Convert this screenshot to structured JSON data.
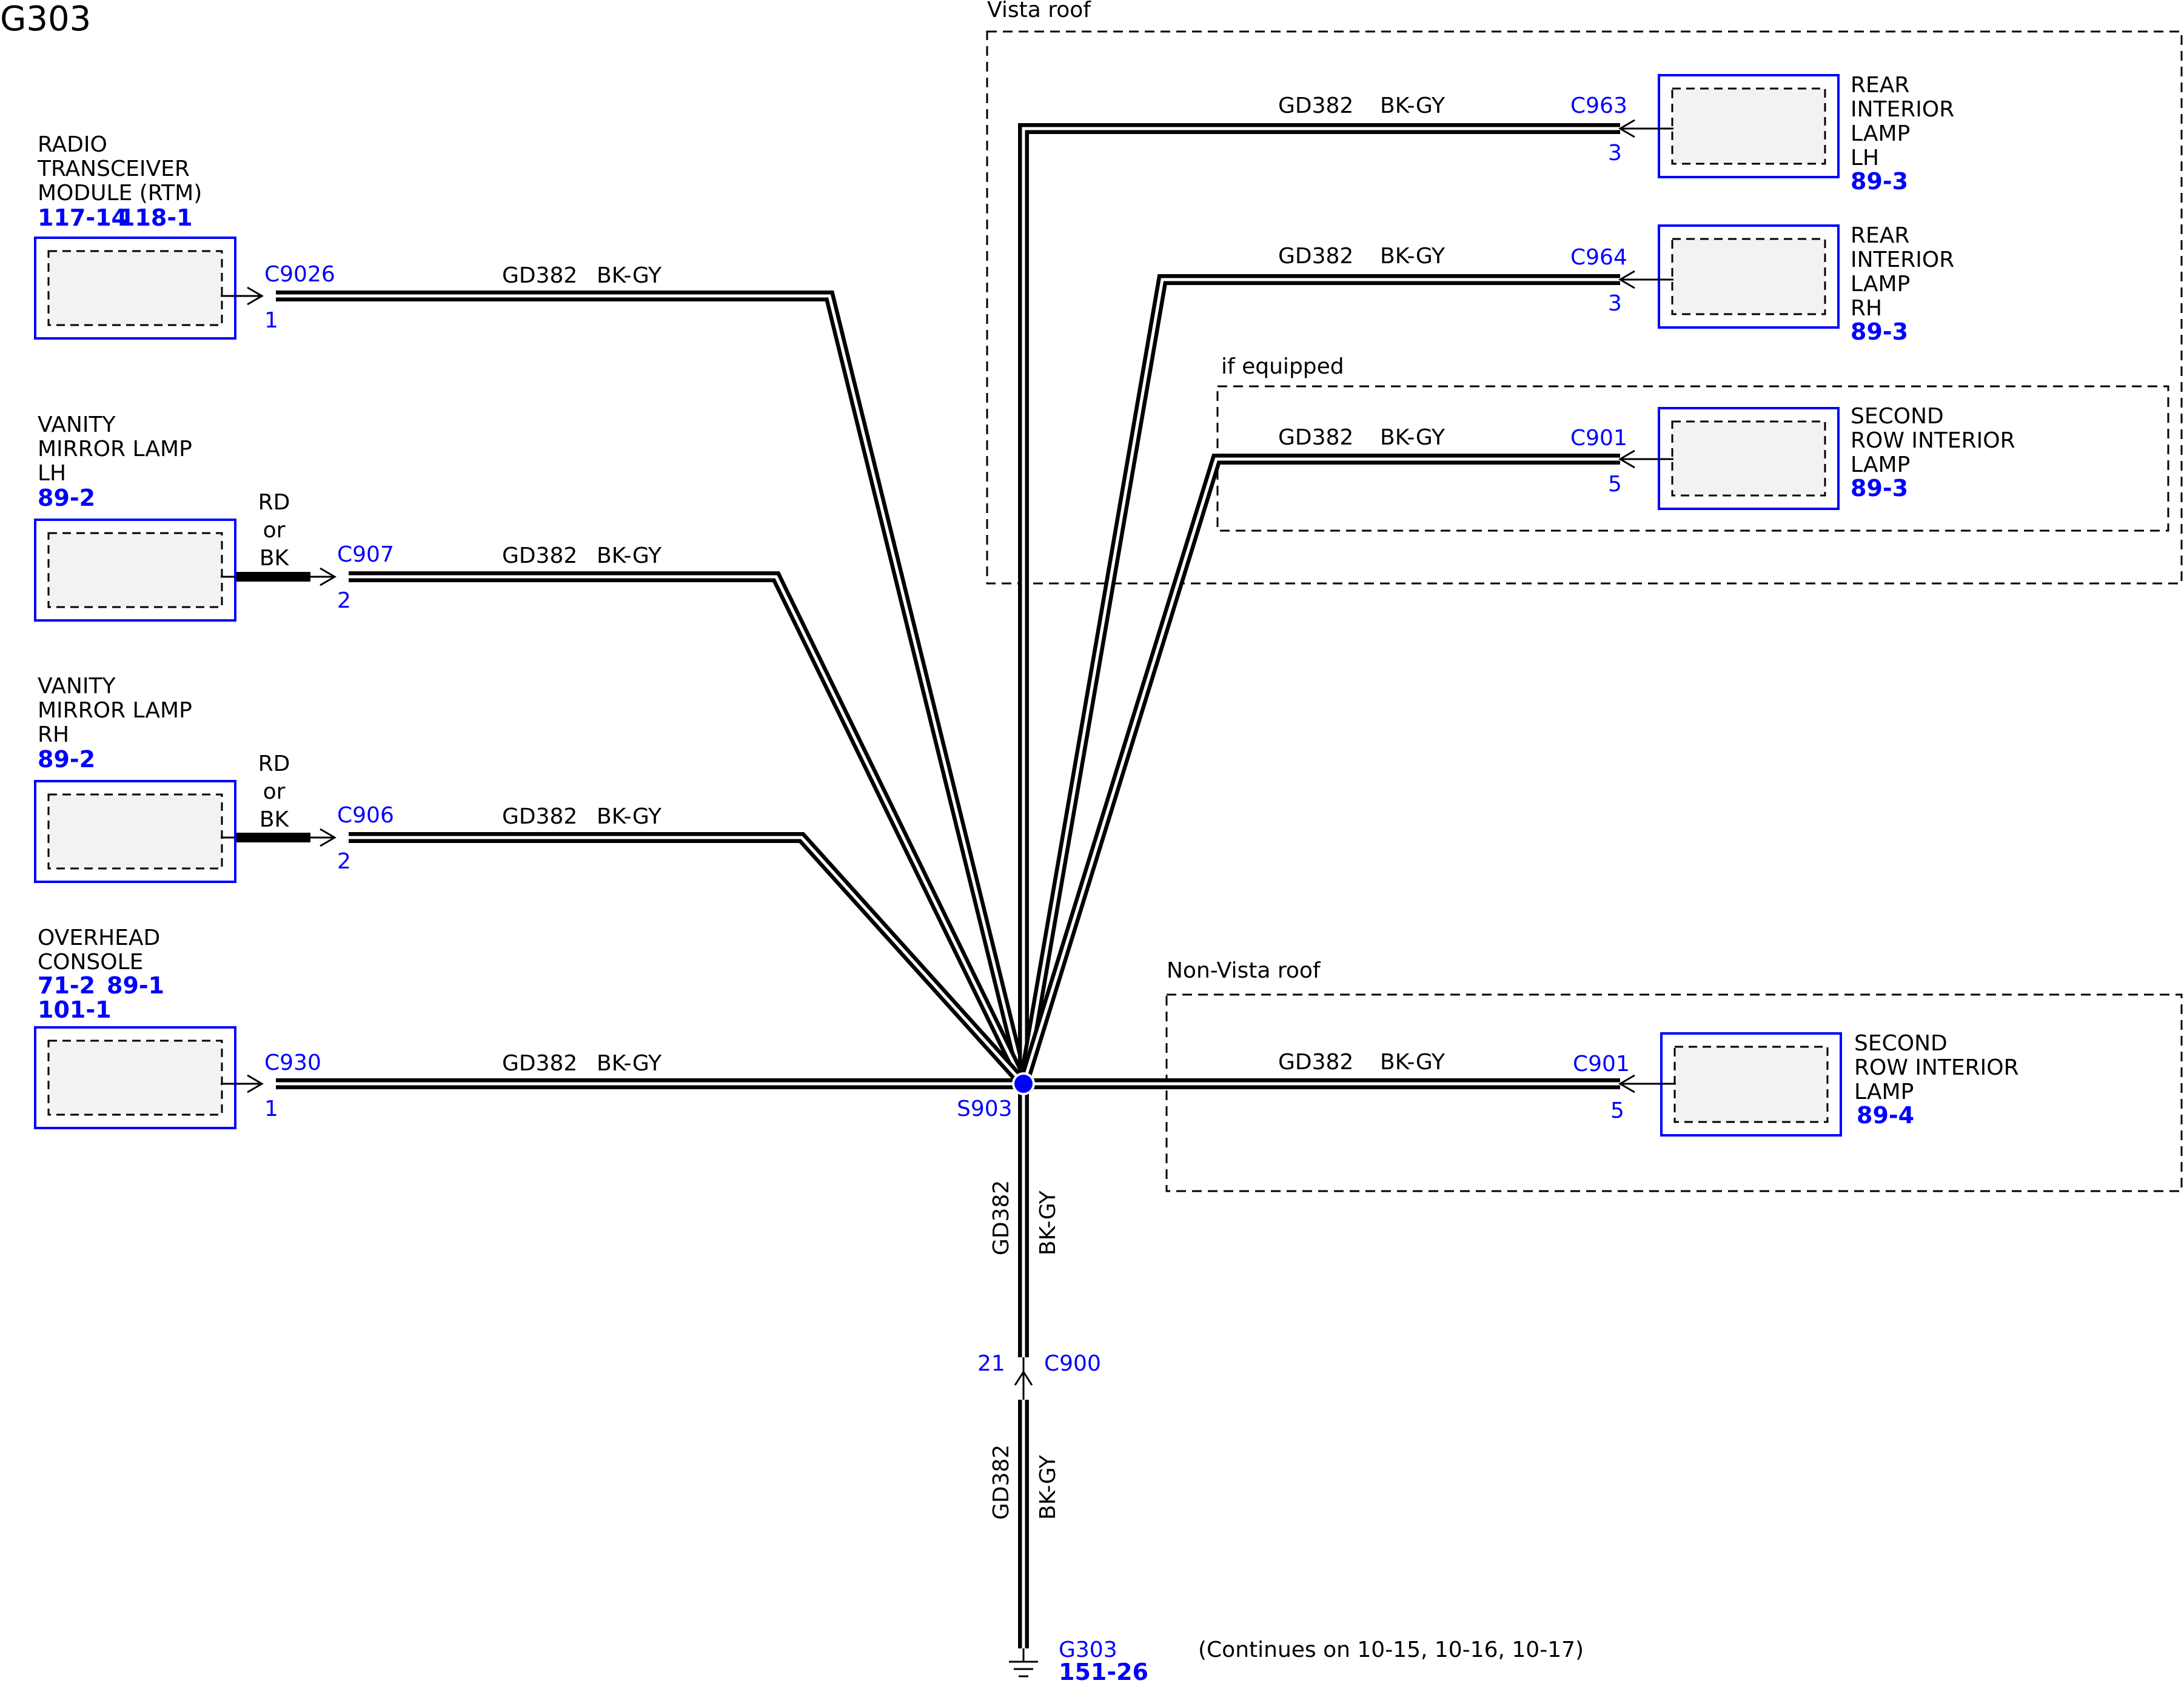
{
  "title": "G303",
  "regions": {
    "vista_roof": "Vista roof",
    "if_equipped": "if equipped",
    "non_vista_roof": "Non-Vista roof"
  },
  "wire": {
    "circuit": "GD382",
    "color": "BK-GY"
  },
  "components": {
    "rtm": {
      "lines": [
        "RADIO",
        "TRANSCEIVER",
        "MODULE (RTM)"
      ],
      "refs": [
        "117-14",
        "118-1"
      ],
      "connector": "C9026",
      "pin": "1"
    },
    "vanity_lh": {
      "lines": [
        "VANITY",
        "MIRROR LAMP",
        "LH"
      ],
      "refs": [
        "89-2"
      ],
      "connector": "C907",
      "pin": "2",
      "pigtail": [
        "RD",
        "or",
        "BK"
      ]
    },
    "vanity_rh": {
      "lines": [
        "VANITY",
        "MIRROR LAMP",
        "RH"
      ],
      "refs": [
        "89-2"
      ],
      "connector": "C906",
      "pin": "2",
      "pigtail": [
        "RD",
        "or",
        "BK"
      ]
    },
    "overhead": {
      "lines": [
        "OVERHEAD",
        "CONSOLE"
      ],
      "refs": [
        "71-2",
        "89-1",
        "101-1"
      ],
      "connector": "C930",
      "pin": "1"
    },
    "rear_lh": {
      "lines": [
        "REAR",
        "INTERIOR",
        "LAMP",
        "LH"
      ],
      "refs": [
        "89-3"
      ],
      "connector": "C963",
      "pin": "3"
    },
    "rear_rh": {
      "lines": [
        "REAR",
        "INTERIOR",
        "LAMP",
        "RH"
      ],
      "refs": [
        "89-3"
      ],
      "connector": "C964",
      "pin": "3"
    },
    "second_row_vista": {
      "lines": [
        "SECOND",
        "ROW INTERIOR",
        "LAMP"
      ],
      "refs": [
        "89-3"
      ],
      "connector": "C901",
      "pin": "5"
    },
    "second_row_nonvista": {
      "lines": [
        "SECOND",
        "ROW INTERIOR",
        "LAMP"
      ],
      "refs": [
        "89-4"
      ],
      "connector": "C901",
      "pin": "5"
    }
  },
  "splice": {
    "name": "S903"
  },
  "inline": {
    "connector": "C900",
    "pin": "21"
  },
  "ground": {
    "name": "G303",
    "ref": "151-26",
    "note": "(Continues on 10-15, 10-16, 10-17)"
  }
}
